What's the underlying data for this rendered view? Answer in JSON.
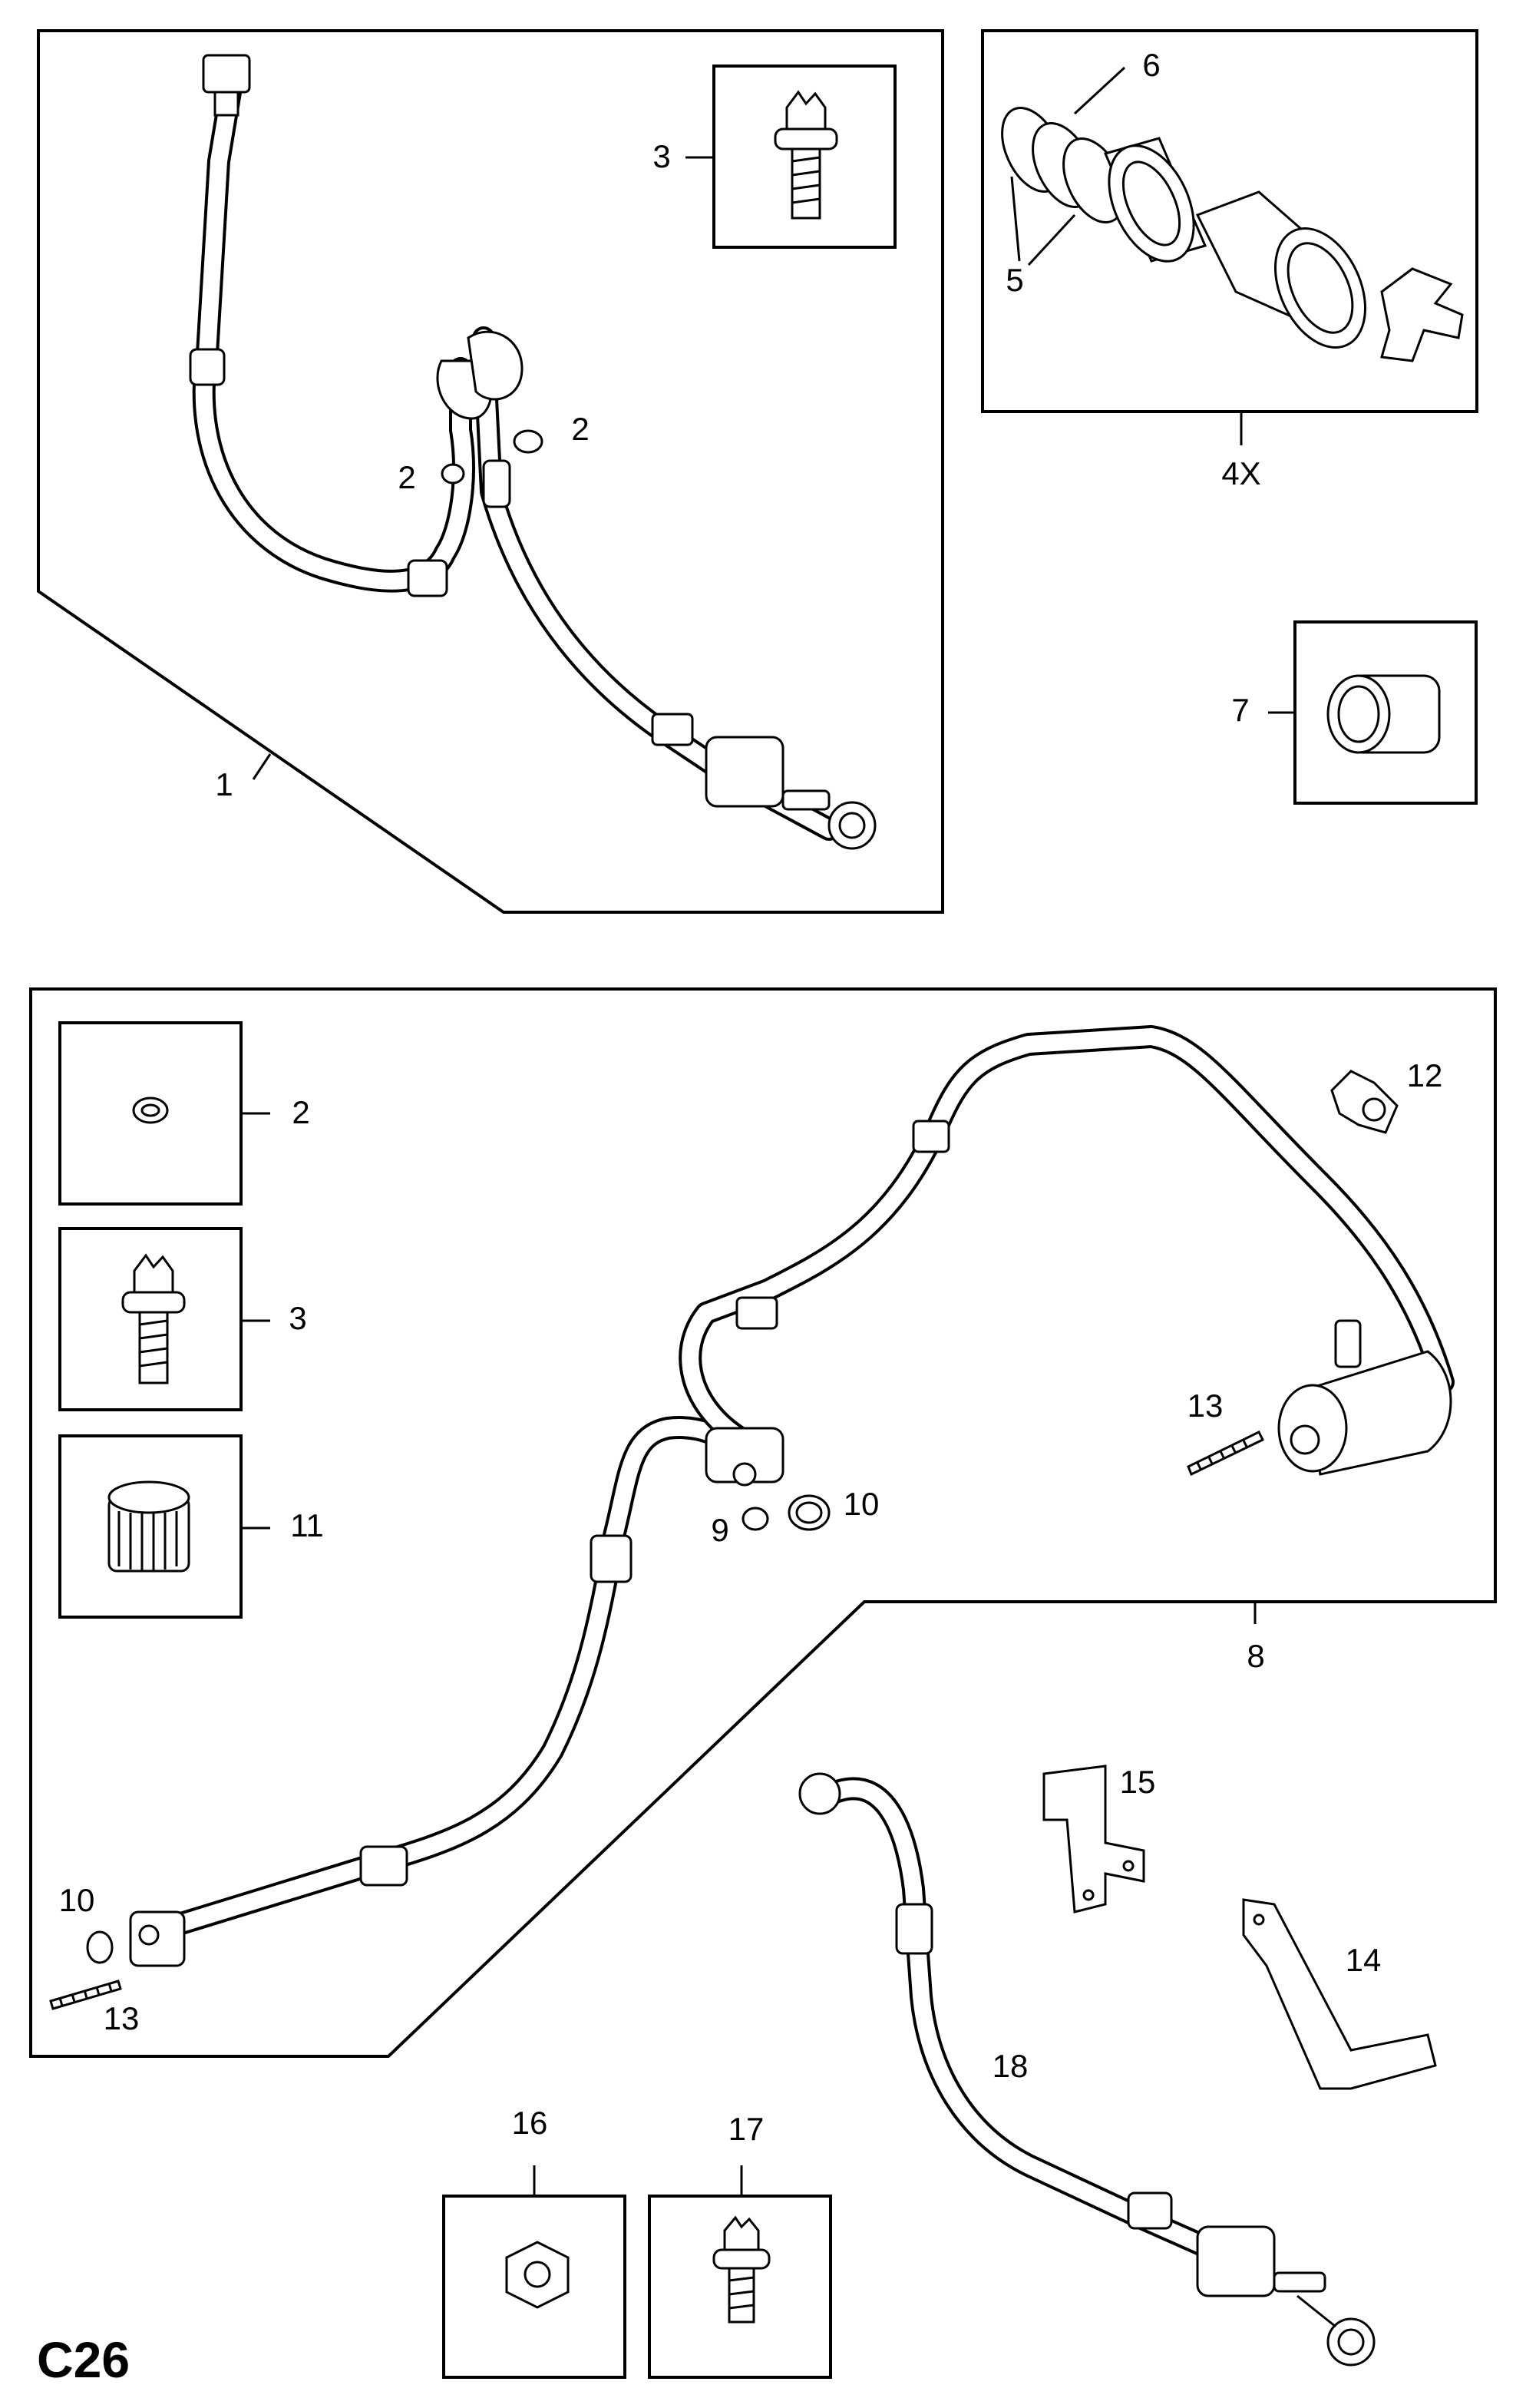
{
  "diagram": {
    "code": "C26",
    "callouts": [
      {
        "id": "c1",
        "text": "1"
      },
      {
        "id": "c2a",
        "text": "2"
      },
      {
        "id": "c2b",
        "text": "2"
      },
      {
        "id": "c3a",
        "text": "3"
      },
      {
        "id": "c6",
        "text": "6"
      },
      {
        "id": "c5",
        "text": "5"
      },
      {
        "id": "c4x",
        "text": "4X"
      },
      {
        "id": "c7",
        "text": "7"
      },
      {
        "id": "c2c",
        "text": "2"
      },
      {
        "id": "c3b",
        "text": "3"
      },
      {
        "id": "c11",
        "text": "11"
      },
      {
        "id": "c12",
        "text": "12"
      },
      {
        "id": "c13a",
        "text": "13"
      },
      {
        "id": "c9",
        "text": "9"
      },
      {
        "id": "c10a",
        "text": "10"
      },
      {
        "id": "c8",
        "text": "8"
      },
      {
        "id": "c15",
        "text": "15"
      },
      {
        "id": "c14",
        "text": "14"
      },
      {
        "id": "c10b",
        "text": "10"
      },
      {
        "id": "c13b",
        "text": "13"
      },
      {
        "id": "c18",
        "text": "18"
      },
      {
        "id": "c16",
        "text": "16"
      },
      {
        "id": "c17",
        "text": "17"
      }
    ]
  }
}
